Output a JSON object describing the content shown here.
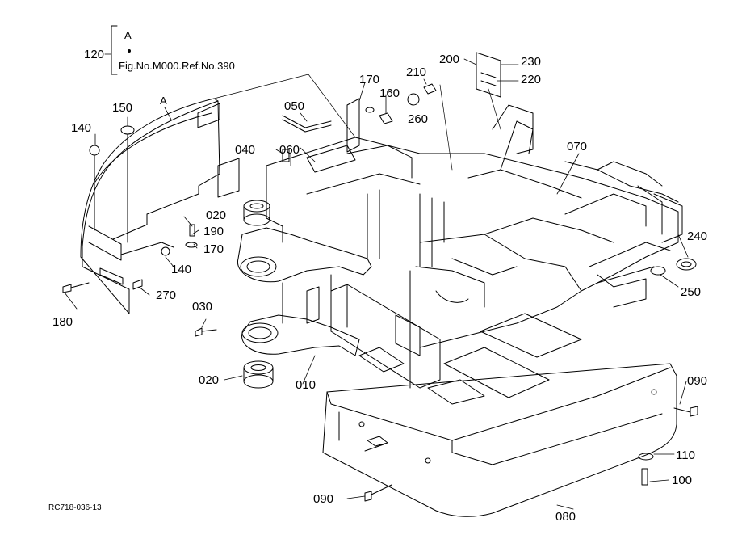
{
  "reference_box": {
    "number": "120",
    "letter": "A",
    "text": "Fig.No.M000.Ref.No.390"
  },
  "callout_letter": "A",
  "part_numbers": {
    "p010": "010",
    "p020_a": "020",
    "p020_b": "020",
    "p030": "030",
    "p040": "040",
    "p050": "050",
    "p060": "060",
    "p070": "070",
    "p080": "080",
    "p090_a": "090",
    "p090_b": "090",
    "p100": "100",
    "p110": "110",
    "p140_a": "140",
    "p140_b": "140",
    "p150": "150",
    "p160": "160",
    "p170_a": "170",
    "p170_b": "170",
    "p180": "180",
    "p190": "190",
    "p200": "200",
    "p210": "210",
    "p220": "220",
    "p230": "230",
    "p240": "240",
    "p250": "250",
    "p260": "260",
    "p270": "270"
  },
  "drawing_code": "RC718-036-13"
}
